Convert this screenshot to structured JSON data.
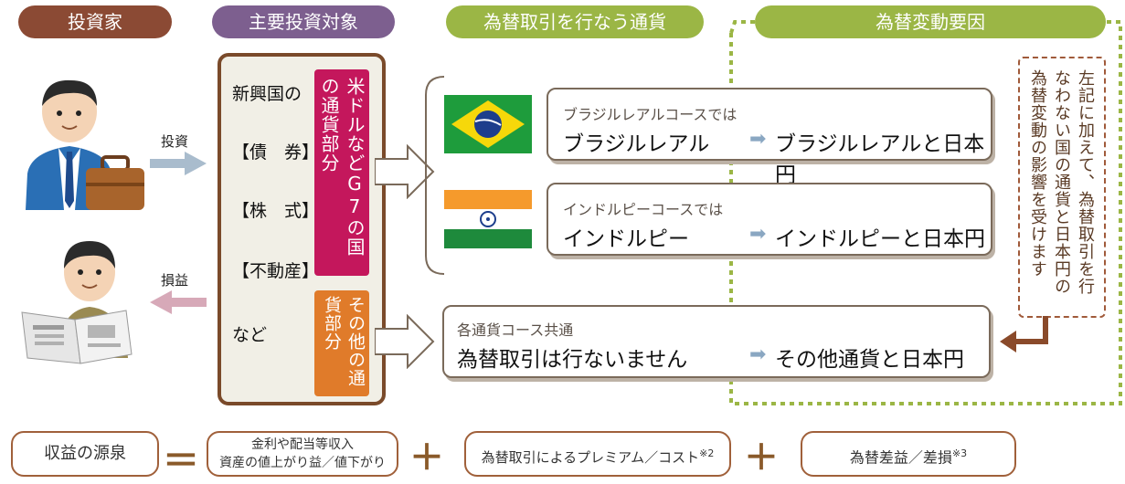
{
  "headers": {
    "investor": "投資家",
    "main_targets": "主要投資対象",
    "fx_currency": "為替取引を行なう通貨",
    "fx_factors": "為替変動要因"
  },
  "flows": {
    "invest": "投資",
    "profit_loss": "損益"
  },
  "assets": {
    "emerging": "新興国の",
    "bonds": "【債　券】",
    "stocks": "【株　式】",
    "real_estate": "【不動産】",
    "etc": "など"
  },
  "currency_parts": {
    "g7": "米ドルなどG7の国の通貨部分",
    "others": "その他の通貨部分"
  },
  "courses": {
    "brazil": {
      "caption": "ブラジルレアルコースでは",
      "currency": "ブラジルレアル",
      "result": "ブラジルレアルと日本円"
    },
    "india": {
      "caption": "インドルピーコースでは",
      "currency": "インドルピー",
      "result": "インドルピーと日本円"
    },
    "common": {
      "caption": "各通貨コース共通",
      "currency": "為替取引は行ないません",
      "result": "その他通貨と日本円"
    }
  },
  "side_note": "左記に加えて、為替取引を行なわない国の通貨と日本円の為替変動の影響を受けます",
  "formula": {
    "source": "収益の源泉",
    "equals": "＝",
    "income_line1": "金利や配当等収入",
    "income_line2": "資産の値上がり益／値下がり",
    "plus": "＋",
    "premium": "為替取引によるプレミアム／コスト",
    "premium_note": "※2",
    "fx_gain": "為替差益／差損",
    "fx_gain_note": "※3"
  },
  "colors": {
    "investor_header": "#8b4a34",
    "targets_header": "#7d5f8f",
    "fx_header": "#9bb645",
    "g7_band": "#c4175c",
    "others_band": "#e07b2a",
    "dotted_border": "#9bb645"
  },
  "icons": [
    "businessman-icon",
    "briefcase-icon",
    "newspaper-reader-icon",
    "brazil-flag-icon",
    "india-flag-icon"
  ]
}
